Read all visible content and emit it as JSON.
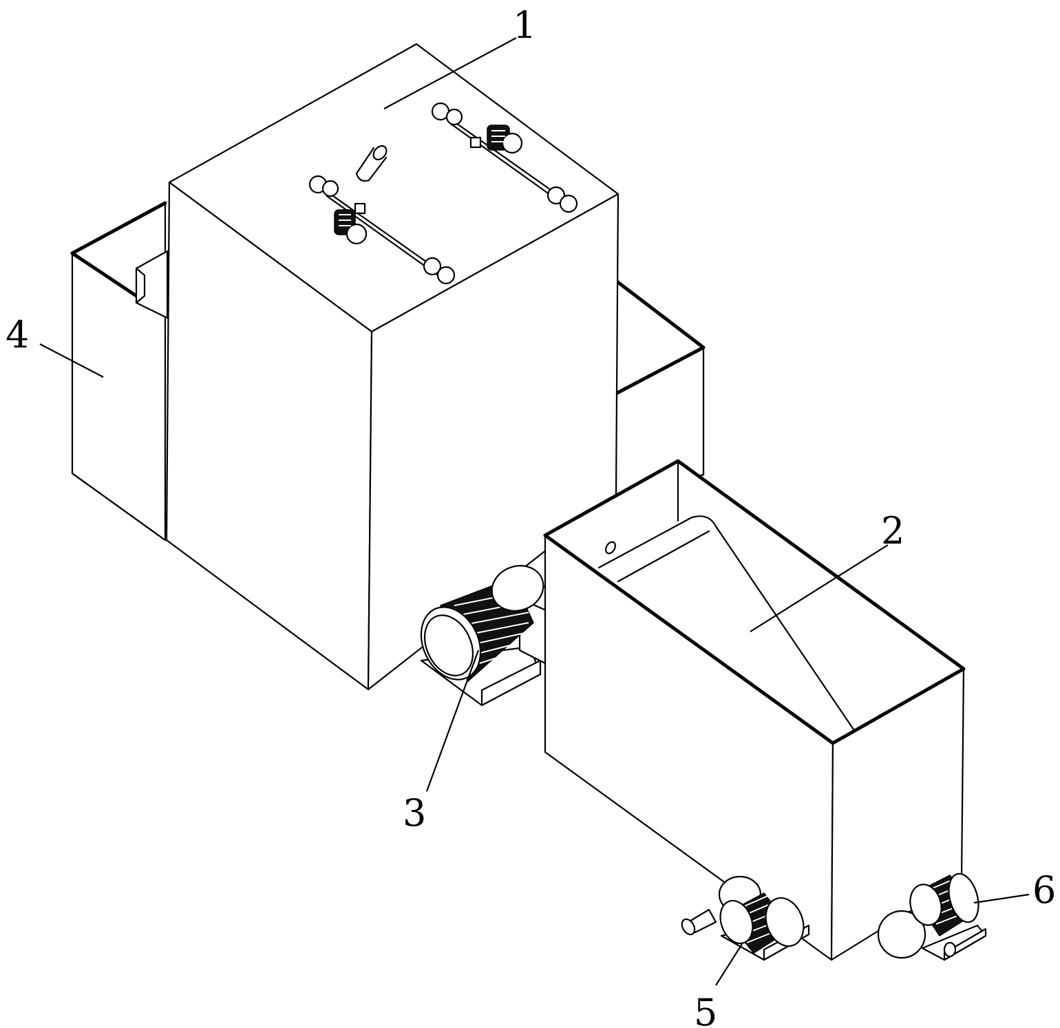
{
  "labels": {
    "tank_1": "1",
    "tank_2": "2",
    "motor_3": "3",
    "tank_4": "4",
    "pump_5": "5",
    "pump_6": "6"
  }
}
